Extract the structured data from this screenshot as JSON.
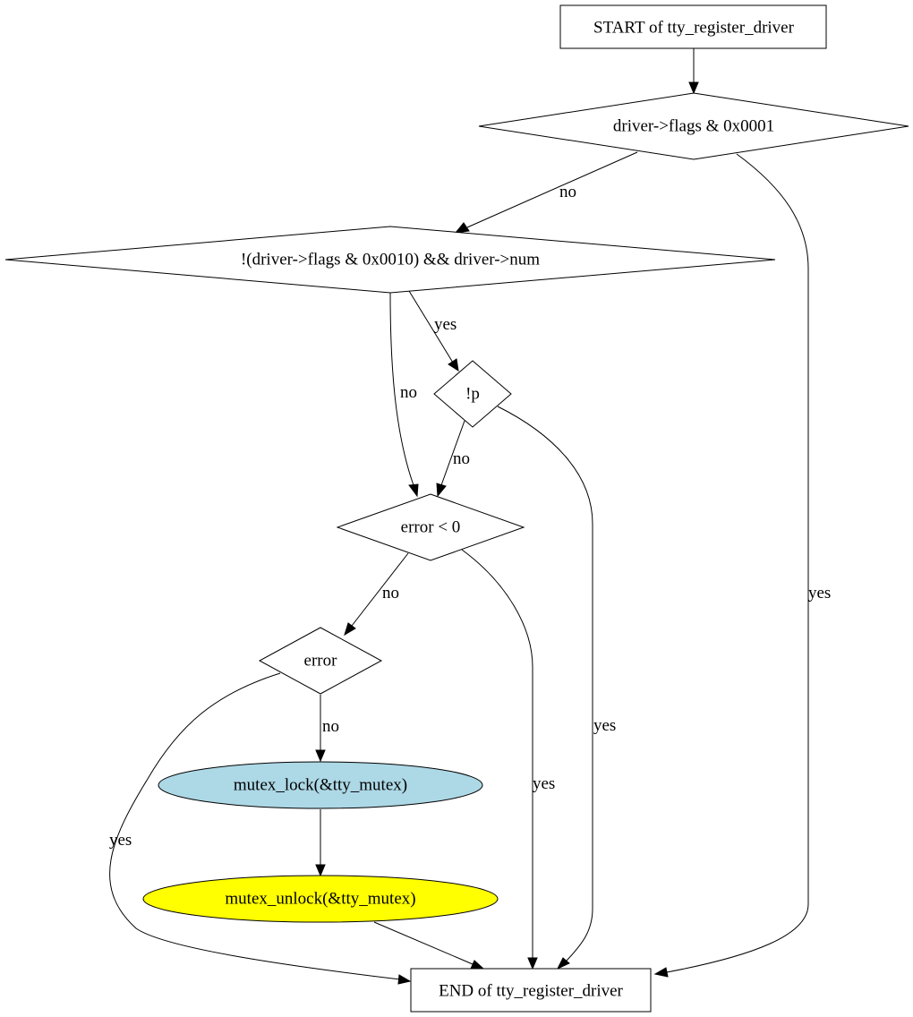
{
  "nodes": {
    "start": "START of tty_register_driver",
    "cond_flags_0001": "driver->flags & 0x0001",
    "cond_flags_0010_num": "!(driver->flags & 0x0010) && driver->num",
    "cond_not_p": "!p",
    "cond_error_lt_0": "error < 0",
    "cond_error": "error",
    "mutex_lock": "mutex_lock(&tty_mutex)",
    "mutex_unlock": "mutex_unlock(&tty_mutex)",
    "end": "END of tty_register_driver"
  },
  "edge_labels": {
    "flags_0001_no": "no",
    "flags_0001_yes": "yes",
    "flags_0010_yes": "yes",
    "flags_0010_no": "no",
    "not_p_no": "no",
    "not_p_yes": "yes",
    "error_lt_0_no": "no",
    "error_lt_0_yes": "yes",
    "error_no": "no",
    "error_yes": "yes"
  },
  "colors": {
    "mutex_lock_fill": "#add8e6",
    "mutex_unlock_fill": "#ffff00",
    "default_fill": "#ffffff"
  }
}
